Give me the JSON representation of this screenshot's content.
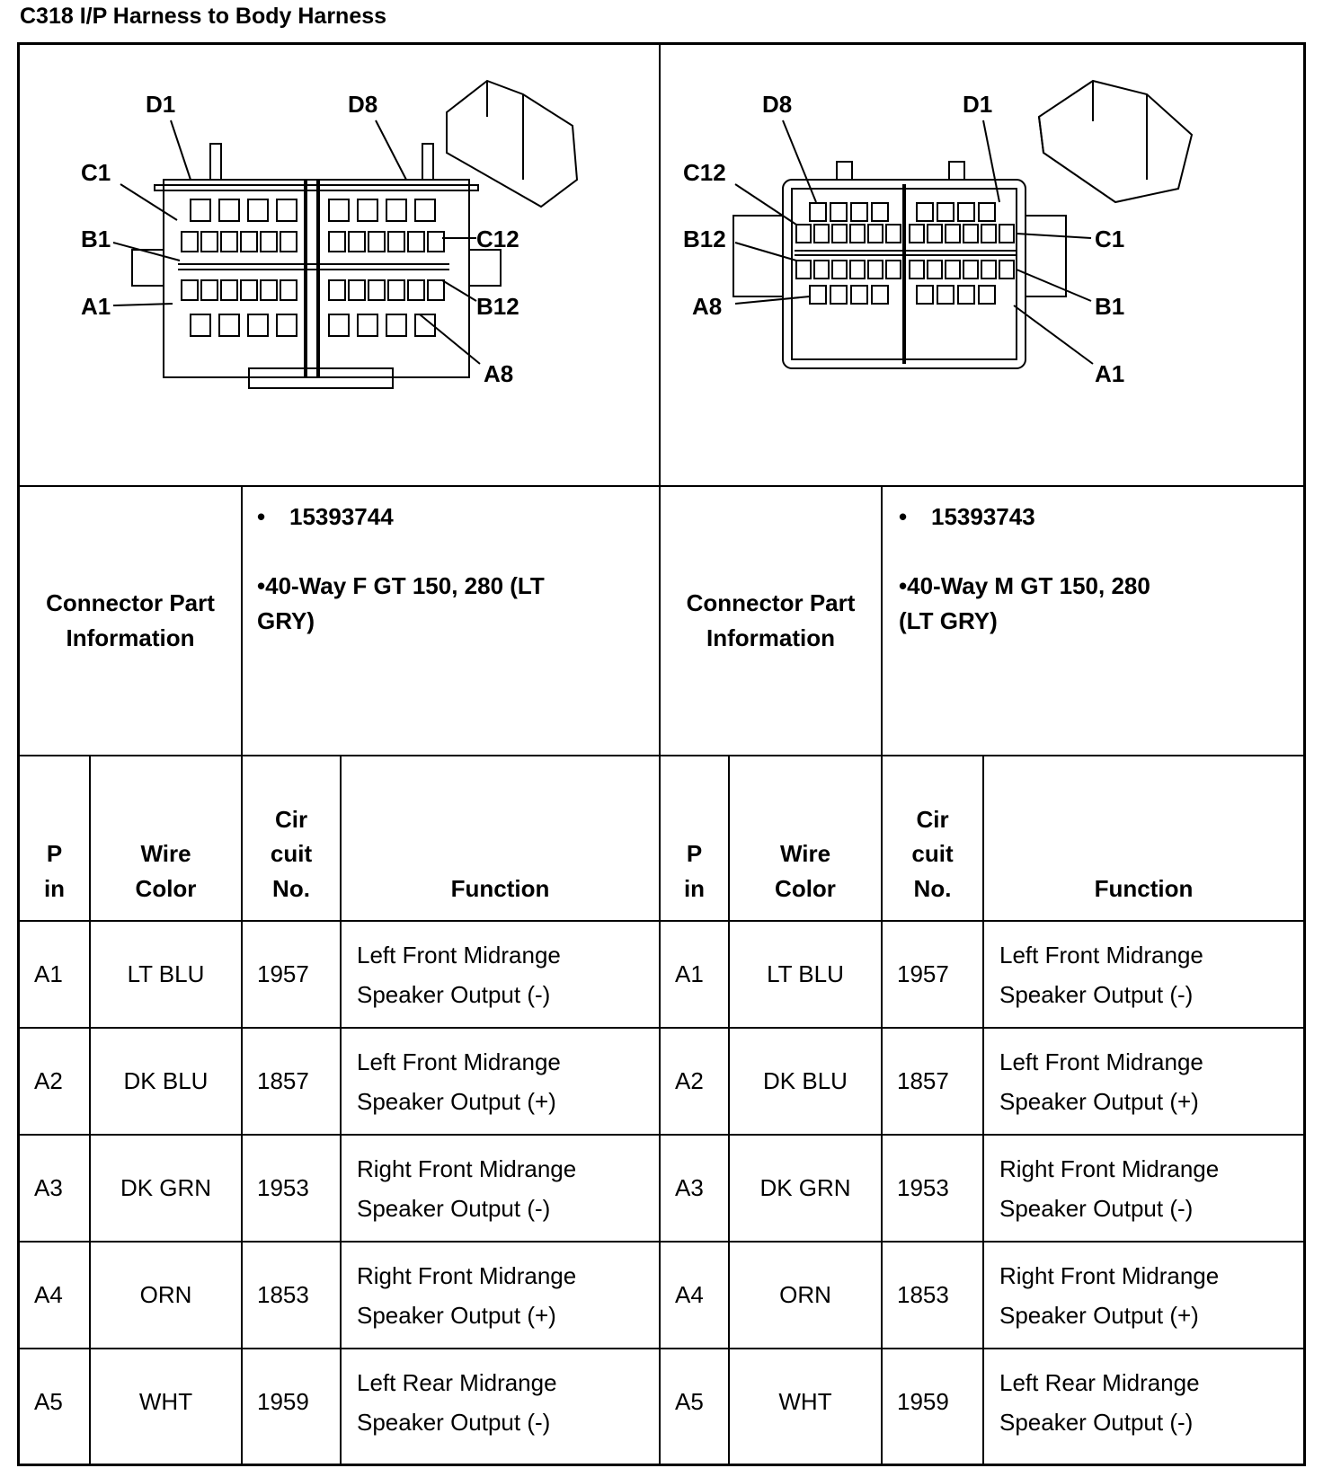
{
  "title": "C318 I/P Harness to Body Harness",
  "left_connector": {
    "pin_labels": [
      "D1",
      "D8",
      "C1",
      "B1",
      "A1",
      "C12",
      "B12",
      "A8"
    ],
    "part_info_label_line1": "Connector Part",
    "part_info_label_line2": "Information",
    "part_number": "15393744",
    "description_line1": "40-Way F GT 150, 280 (LT",
    "description_line2": "GRY)"
  },
  "right_connector": {
    "pin_labels": [
      "D8",
      "D1",
      "C12",
      "B12",
      "A8",
      "C1",
      "B1",
      "A1"
    ],
    "part_info_label_line1": "Connector Part",
    "part_info_label_line2": "Information",
    "part_number": "15393743",
    "description_line1": "40-Way M GT 150, 280",
    "description_line2": "(LT GRY)"
  },
  "headers": {
    "pin_line1": "P",
    "pin_line2": "in",
    "wire_line1": "Wire",
    "wire_line2": "Color",
    "circuit_line1": "Cir",
    "circuit_line2": "cuit",
    "circuit_line3": "No.",
    "function": "Function"
  },
  "rows": [
    {
      "pin": "A1",
      "wire": "LT BLU",
      "circuit": "1957",
      "function_line1": "Left Front Midrange",
      "function_line2": "Speaker Output (-)"
    },
    {
      "pin": "A2",
      "wire": "DK BLU",
      "circuit": "1857",
      "function_line1": "Left Front Midrange",
      "function_line2": "Speaker Output (+)"
    },
    {
      "pin": "A3",
      "wire": "DK GRN",
      "circuit": "1953",
      "function_line1": "Right Front Midrange",
      "function_line2": "Speaker Output (-)"
    },
    {
      "pin": "A4",
      "wire": "ORN",
      "circuit": "1853",
      "function_line1": "Right Front Midrange",
      "function_line2": "Speaker Output (+)"
    },
    {
      "pin": "A5",
      "wire": "WHT",
      "circuit": "1959",
      "function_line1": "Left Rear Midrange",
      "function_line2": "Speaker Output (-)"
    }
  ]
}
